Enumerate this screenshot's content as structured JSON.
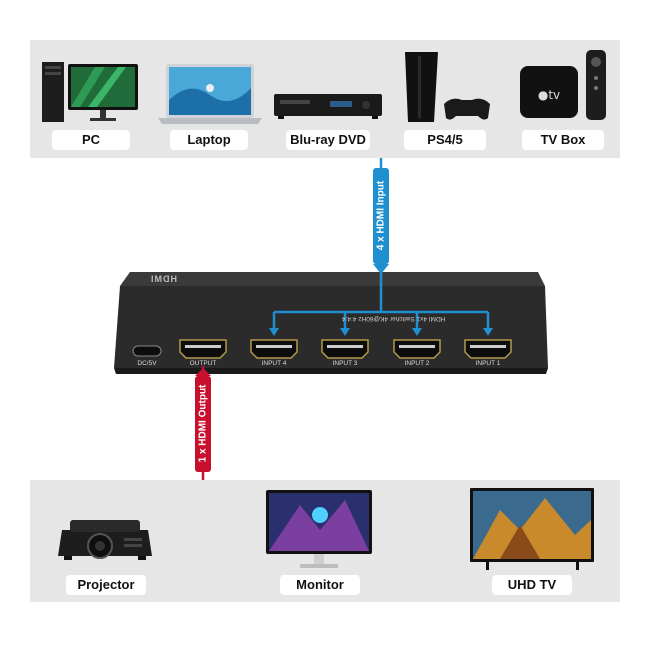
{
  "sources": [
    {
      "label": "PC",
      "icon": "pc-icon"
    },
    {
      "label": "Laptop",
      "icon": "laptop-icon"
    },
    {
      "label": "Blu-ray DVD",
      "icon": "bluray-player-icon"
    },
    {
      "label": "PS4/5",
      "icon": "playstation-icon"
    },
    {
      "label": "TV Box",
      "icon": "apple-tv-icon"
    }
  ],
  "input_arrow_label": "4 x HDMI Input",
  "output_arrow_label": "1 x HDMI Output",
  "switch": {
    "logo": "HDMI",
    "model_text": "HDMI 4x1 Switcher 4K@60Hz 4:4:4",
    "power_label": "DC/5V",
    "ports": [
      "OUTPUT",
      "INPUT 4",
      "INPUT 3",
      "INPUT 2",
      "INPUT 1"
    ]
  },
  "displays": [
    {
      "label": "Projector",
      "icon": "projector-icon"
    },
    {
      "label": "Monitor",
      "icon": "monitor-icon"
    },
    {
      "label": "UHD TV",
      "icon": "tv-icon"
    }
  ],
  "colors": {
    "input_arrow": "#1f8fcf",
    "output_arrow": "#c8102e",
    "band": "#e6e6e6",
    "switch_body": "#2b2b2b"
  }
}
